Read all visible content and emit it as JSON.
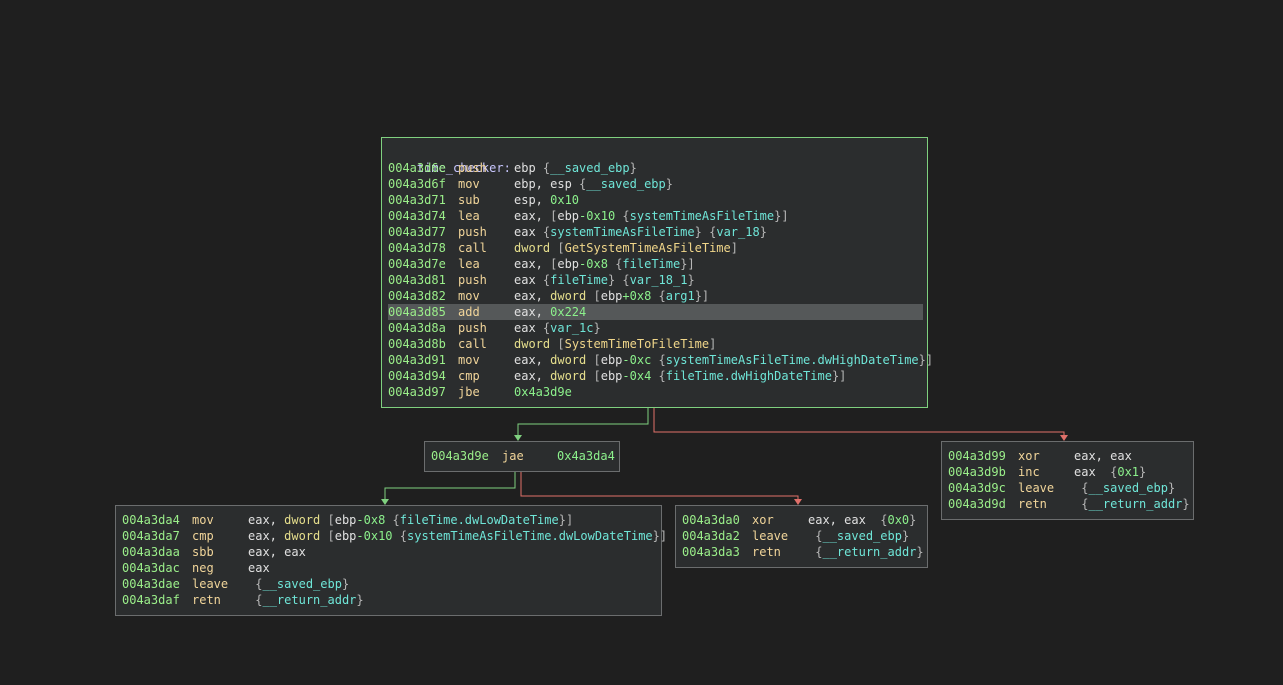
{
  "colors": {
    "background": "#1f1f1f",
    "block": "#2b2d2e",
    "address": "#9bef8a",
    "mnemonic": "#f1d59a",
    "variable": "#6fe6d8",
    "function": "#f0d68a",
    "number": "#8cf18c",
    "edge_true": "#7fd07f",
    "edge_false": "#e0706a"
  },
  "blocks": {
    "main": {
      "label": "time_checker:",
      "lines": [
        {
          "addr": "004a3d6e",
          "mn": "push",
          "ops": [
            [
              "t",
              "ebp "
            ],
            [
              "b",
              "{"
            ],
            [
              "v",
              "__saved_ebp"
            ],
            [
              "b",
              "}"
            ]
          ]
        },
        {
          "addr": "004a3d6f",
          "mn": "mov",
          "ops": [
            [
              "t",
              "ebp, esp "
            ],
            [
              "b",
              "{"
            ],
            [
              "v",
              "__saved_ebp"
            ],
            [
              "b",
              "}"
            ]
          ]
        },
        {
          "addr": "004a3d71",
          "mn": "sub",
          "ops": [
            [
              "t",
              "esp, "
            ],
            [
              "n",
              "0x10"
            ]
          ]
        },
        {
          "addr": "004a3d74",
          "mn": "lea",
          "ops": [
            [
              "t",
              "eax, "
            ],
            [
              "b",
              "["
            ],
            [
              "t",
              "ebp"
            ],
            [
              "n",
              "-0x10"
            ],
            [
              "t",
              " "
            ],
            [
              "b",
              "{"
            ],
            [
              "v",
              "systemTimeAsFileTime"
            ],
            [
              "b",
              "}]"
            ]
          ]
        },
        {
          "addr": "004a3d77",
          "mn": "push",
          "ops": [
            [
              "t",
              "eax "
            ],
            [
              "b",
              "{"
            ],
            [
              "v",
              "systemTimeAsFileTime"
            ],
            [
              "b",
              "}"
            ],
            [
              "t",
              " "
            ],
            [
              "b",
              "{"
            ],
            [
              "v",
              "var_18"
            ],
            [
              "b",
              "}"
            ]
          ]
        },
        {
          "addr": "004a3d78",
          "mn": "call",
          "ops": [
            [
              "kw",
              "dword"
            ],
            [
              "t",
              " "
            ],
            [
              "b",
              "["
            ],
            [
              "f",
              "GetSystemTimeAsFileTime"
            ],
            [
              "b",
              "]"
            ]
          ]
        },
        {
          "addr": "004a3d7e",
          "mn": "lea",
          "ops": [
            [
              "t",
              "eax, "
            ],
            [
              "b",
              "["
            ],
            [
              "t",
              "ebp"
            ],
            [
              "n",
              "-0x8"
            ],
            [
              "t",
              " "
            ],
            [
              "b",
              "{"
            ],
            [
              "v",
              "fileTime"
            ],
            [
              "b",
              "}]"
            ]
          ]
        },
        {
          "addr": "004a3d81",
          "mn": "push",
          "ops": [
            [
              "t",
              "eax "
            ],
            [
              "b",
              "{"
            ],
            [
              "v",
              "fileTime"
            ],
            [
              "b",
              "}"
            ],
            [
              "t",
              " "
            ],
            [
              "b",
              "{"
            ],
            [
              "v",
              "var_18_1"
            ],
            [
              "b",
              "}"
            ]
          ]
        },
        {
          "addr": "004a3d82",
          "mn": "mov",
          "ops": [
            [
              "t",
              "eax, "
            ],
            [
              "kw",
              "dword"
            ],
            [
              "t",
              " "
            ],
            [
              "b",
              "["
            ],
            [
              "t",
              "ebp"
            ],
            [
              "n",
              "+0x8"
            ],
            [
              "t",
              " "
            ],
            [
              "b",
              "{"
            ],
            [
              "v",
              "arg1"
            ],
            [
              "b",
              "}]"
            ]
          ]
        },
        {
          "addr": "004a3d85",
          "mn": "add",
          "ops": [
            [
              "t",
              "eax, "
            ],
            [
              "n",
              "0x224"
            ]
          ],
          "hl": true
        },
        {
          "addr": "004a3d8a",
          "mn": "push",
          "ops": [
            [
              "t",
              "eax "
            ],
            [
              "b",
              "{"
            ],
            [
              "v",
              "var_1c"
            ],
            [
              "b",
              "}"
            ]
          ]
        },
        {
          "addr": "004a3d8b",
          "mn": "call",
          "ops": [
            [
              "kw",
              "dword"
            ],
            [
              "t",
              " "
            ],
            [
              "b",
              "["
            ],
            [
              "f",
              "SystemTimeToFileTime"
            ],
            [
              "b",
              "]"
            ]
          ]
        },
        {
          "addr": "004a3d91",
          "mn": "mov",
          "ops": [
            [
              "t",
              "eax, "
            ],
            [
              "kw",
              "dword"
            ],
            [
              "t",
              " "
            ],
            [
              "b",
              "["
            ],
            [
              "t",
              "ebp"
            ],
            [
              "n",
              "-0xc"
            ],
            [
              "t",
              " "
            ],
            [
              "b",
              "{"
            ],
            [
              "v",
              "systemTimeAsFileTime.dwHighDateTime"
            ],
            [
              "b",
              "}]"
            ]
          ]
        },
        {
          "addr": "004a3d94",
          "mn": "cmp",
          "ops": [
            [
              "t",
              "eax, "
            ],
            [
              "kw",
              "dword"
            ],
            [
              "t",
              " "
            ],
            [
              "b",
              "["
            ],
            [
              "t",
              "ebp"
            ],
            [
              "n",
              "-0x4"
            ],
            [
              "t",
              " "
            ],
            [
              "b",
              "{"
            ],
            [
              "v",
              "fileTime.dwHighDateTime"
            ],
            [
              "b",
              "}]"
            ]
          ]
        },
        {
          "addr": "004a3d97",
          "mn": "jbe",
          "ops": [
            [
              "n",
              "0x4a3d9e"
            ]
          ]
        }
      ]
    },
    "jae": {
      "lines": [
        {
          "addr": "004a3d9e",
          "mn": "jae",
          "ops": [
            [
              "n",
              "0x4a3da4"
            ]
          ]
        }
      ]
    },
    "right": {
      "lines": [
        {
          "addr": "004a3d99",
          "mn": "xor",
          "ops": [
            [
              "t",
              "eax, eax"
            ]
          ]
        },
        {
          "addr": "004a3d9b",
          "mn": "inc",
          "ops": [
            [
              "t",
              "eax  "
            ],
            [
              "b",
              "{"
            ],
            [
              "n",
              "0x1"
            ],
            [
              "b",
              "}"
            ]
          ]
        },
        {
          "addr": "004a3d9c",
          "mn": "leave",
          "ops": [
            [
              "t",
              " "
            ],
            [
              "b",
              "{"
            ],
            [
              "v",
              "__saved_ebp"
            ],
            [
              "b",
              "}"
            ]
          ]
        },
        {
          "addr": "004a3d9d",
          "mn": "retn",
          "ops": [
            [
              "t",
              " "
            ],
            [
              "b",
              "{"
            ],
            [
              "v",
              "__return_addr"
            ],
            [
              "b",
              "}"
            ]
          ]
        }
      ]
    },
    "left": {
      "lines": [
        {
          "addr": "004a3da4",
          "mn": "mov",
          "ops": [
            [
              "t",
              "eax, "
            ],
            [
              "kw",
              "dword"
            ],
            [
              "t",
              " "
            ],
            [
              "b",
              "["
            ],
            [
              "t",
              "ebp"
            ],
            [
              "n",
              "-0x8"
            ],
            [
              "t",
              " "
            ],
            [
              "b",
              "{"
            ],
            [
              "v",
              "fileTime.dwLowDateTime"
            ],
            [
              "b",
              "}]"
            ]
          ]
        },
        {
          "addr": "004a3da7",
          "mn": "cmp",
          "ops": [
            [
              "t",
              "eax, "
            ],
            [
              "kw",
              "dword"
            ],
            [
              "t",
              " "
            ],
            [
              "b",
              "["
            ],
            [
              "t",
              "ebp"
            ],
            [
              "n",
              "-0x10"
            ],
            [
              "t",
              " "
            ],
            [
              "b",
              "{"
            ],
            [
              "v",
              "systemTimeAsFileTime.dwLowDateTime"
            ],
            [
              "b",
              "}]"
            ]
          ]
        },
        {
          "addr": "004a3daa",
          "mn": "sbb",
          "ops": [
            [
              "t",
              "eax, eax"
            ]
          ]
        },
        {
          "addr": "004a3dac",
          "mn": "neg",
          "ops": [
            [
              "t",
              "eax"
            ]
          ]
        },
        {
          "addr": "004a3dae",
          "mn": "leave",
          "ops": [
            [
              "t",
              " "
            ],
            [
              "b",
              "{"
            ],
            [
              "v",
              "__saved_ebp"
            ],
            [
              "b",
              "}"
            ]
          ]
        },
        {
          "addr": "004a3daf",
          "mn": "retn",
          "ops": [
            [
              "t",
              " "
            ],
            [
              "b",
              "{"
            ],
            [
              "v",
              "__return_addr"
            ],
            [
              "b",
              "}"
            ]
          ]
        }
      ]
    },
    "mid": {
      "lines": [
        {
          "addr": "004a3da0",
          "mn": "xor",
          "ops": [
            [
              "t",
              "eax, eax  "
            ],
            [
              "b",
              "{"
            ],
            [
              "n",
              "0x0"
            ],
            [
              "b",
              "}"
            ]
          ]
        },
        {
          "addr": "004a3da2",
          "mn": "leave",
          "ops": [
            [
              "t",
              " "
            ],
            [
              "b",
              "{"
            ],
            [
              "v",
              "__saved_ebp"
            ],
            [
              "b",
              "}"
            ]
          ]
        },
        {
          "addr": "004a3da3",
          "mn": "retn",
          "ops": [
            [
              "t",
              " "
            ],
            [
              "b",
              "{"
            ],
            [
              "v",
              "__return_addr"
            ],
            [
              "b",
              "}"
            ]
          ]
        }
      ]
    }
  }
}
